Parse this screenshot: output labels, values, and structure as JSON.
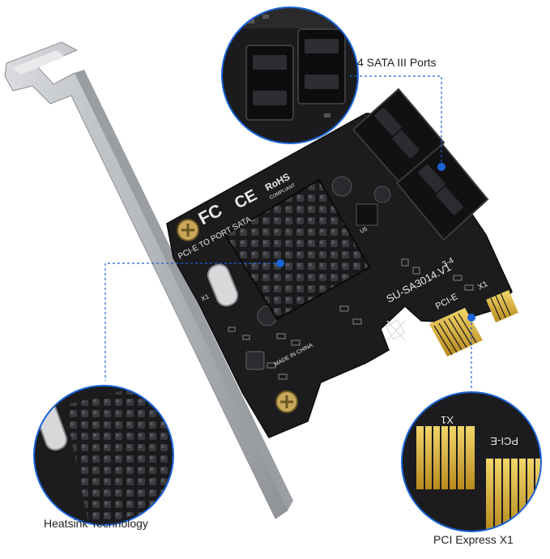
{
  "callouts": {
    "sata_label": "4 SATA III Ports",
    "heatsink_label": "Heatsink Technology",
    "pcie_label": "PCI Express X1"
  },
  "board_text": {
    "model": "SU-SA3014.V1",
    "port_range": "3-4",
    "slot": "PCI-E",
    "lane": "X1",
    "made_in": "MADE IN CHINA",
    "edge_text": "PCI-E TO PORT SATA",
    "rohs": "RoHS",
    "rohs_sub": "COMPLIANT",
    "fcc": "FC",
    "ce": "CE",
    "crystal": "X1",
    "chip": "U5",
    "zoom_slot": "PCI-E",
    "zoom_lane": "X1"
  },
  "colors": {
    "accent_blue": "#1a63d8",
    "pcb": "#1c1c1e",
    "gold": "#d8b43a",
    "bracket": "#b9bcc0"
  }
}
